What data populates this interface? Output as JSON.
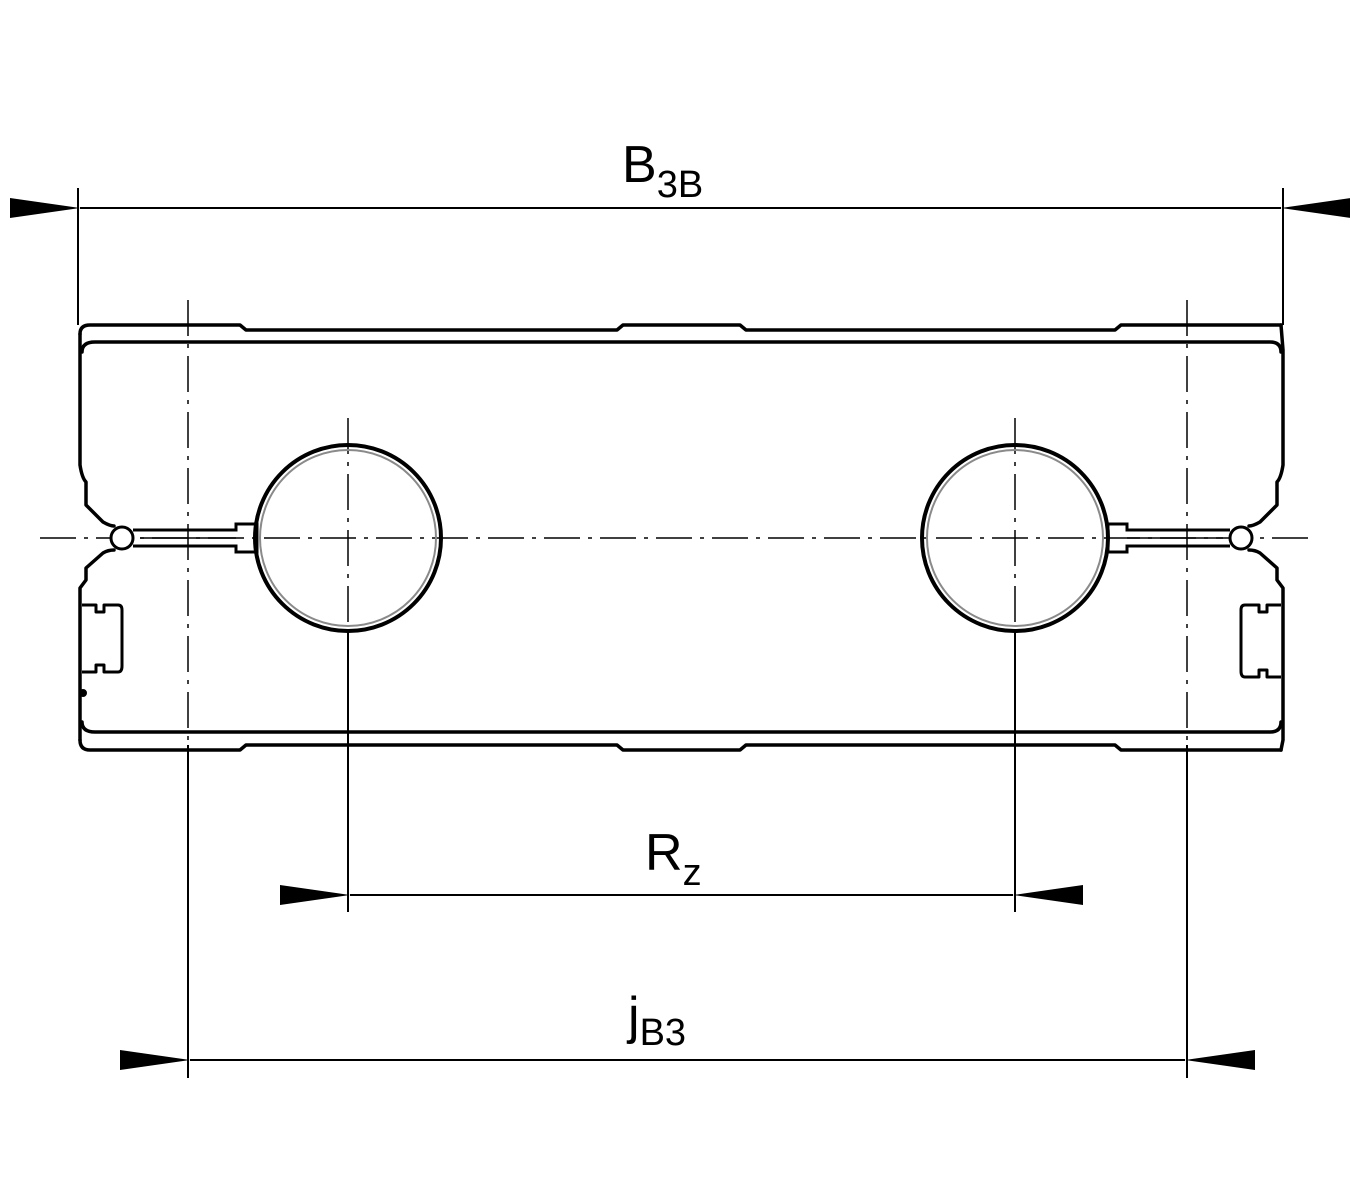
{
  "dimensions": {
    "overall_width": {
      "symbol": "B",
      "subscript": "3B"
    },
    "rail_spacing": {
      "symbol": "R",
      "subscript": "z"
    },
    "mounting_distance": {
      "symbol": "j",
      "subscript": "B3"
    }
  },
  "colors": {
    "line": "#000000",
    "inner_ring": "#8a8a8a",
    "background": "#ffffff"
  }
}
